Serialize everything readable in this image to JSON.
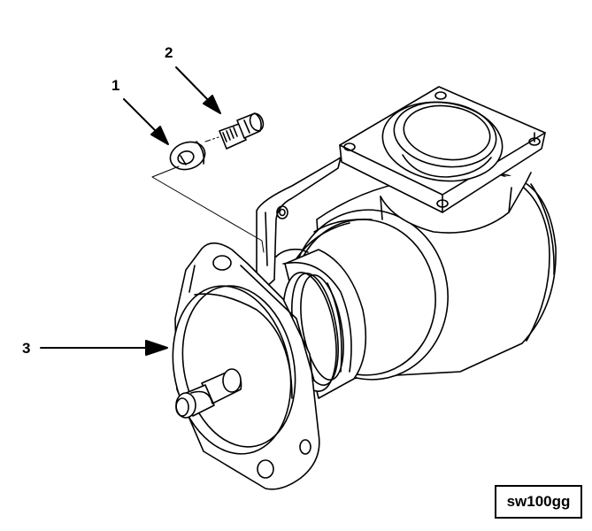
{
  "callouts": [
    {
      "number": "1",
      "part": "lock-washer"
    },
    {
      "number": "2",
      "part": "bolt"
    },
    {
      "number": "3",
      "part": "pump-assembly"
    }
  ],
  "figure_id": "sw100gg",
  "colors": {
    "line": "#000000",
    "background": "#ffffff"
  }
}
